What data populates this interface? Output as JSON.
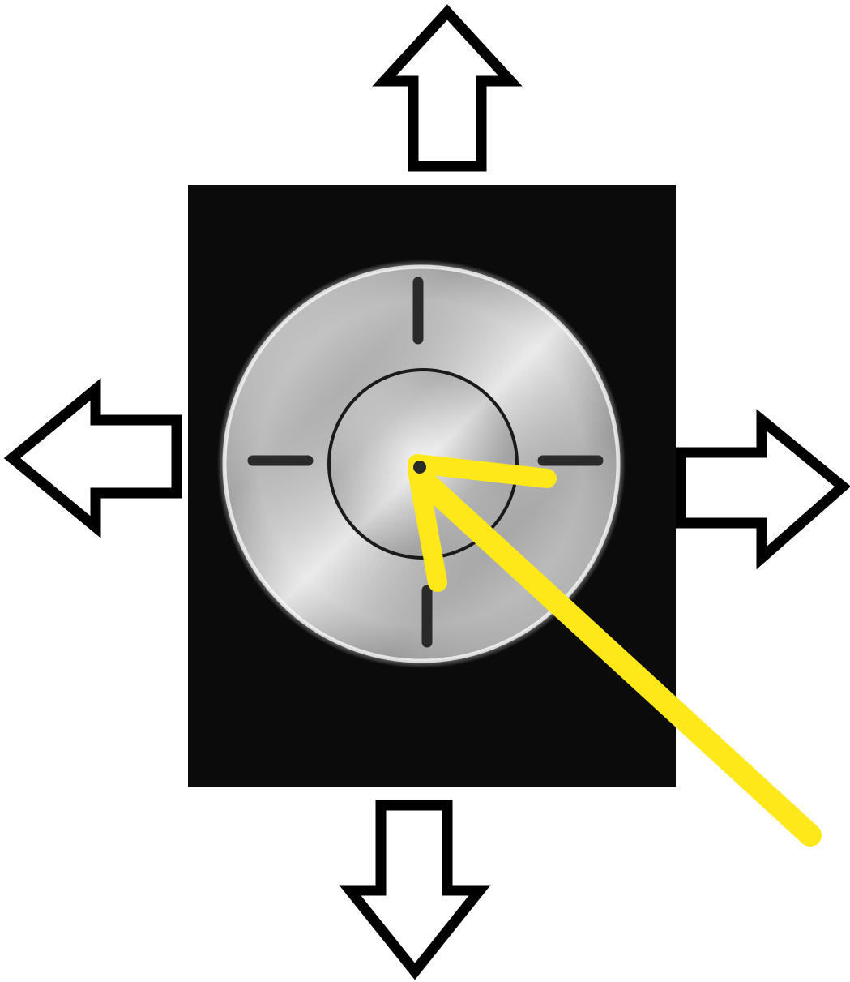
{
  "scene": {
    "background_color": "#ffffff",
    "panel_color": "#0b0b0b",
    "outline_color": "#000000",
    "highlight_color": "#ffe81a",
    "dial_color": "#c8c8c8"
  },
  "arrows": [
    {
      "direction": "up",
      "icon": "arrow-up-outline-icon"
    },
    {
      "direction": "left",
      "icon": "arrow-left-outline-icon"
    },
    {
      "direction": "right",
      "icon": "arrow-right-outline-icon"
    },
    {
      "direction": "down",
      "icon": "arrow-down-outline-icon"
    }
  ],
  "control": {
    "icon": "directional-pad-icon",
    "center_button": "center-select-button"
  },
  "annotation": {
    "icon": "yellow-pointer-arrow-icon",
    "points_to": "center-select-button"
  }
}
